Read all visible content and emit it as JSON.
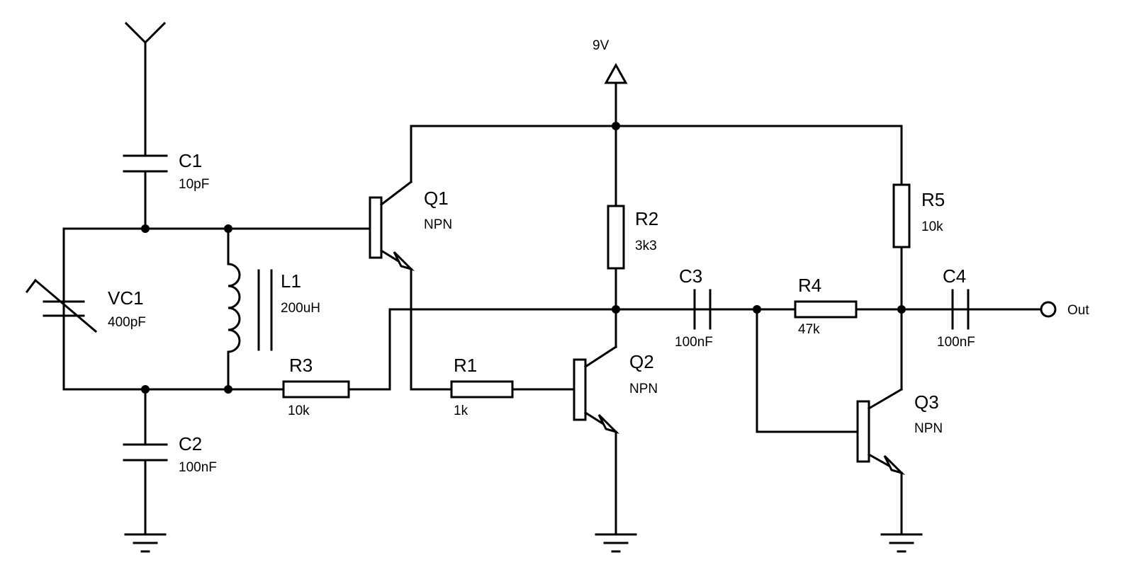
{
  "supply": {
    "label": "9V"
  },
  "output": {
    "label": "Out"
  },
  "components": {
    "c1": {
      "ref": "C1",
      "value": "10pF"
    },
    "c2": {
      "ref": "C2",
      "value": "100nF"
    },
    "c3": {
      "ref": "C3",
      "value": "100nF"
    },
    "c4": {
      "ref": "C4",
      "value": "100nF"
    },
    "vc1": {
      "ref": "VC1",
      "value": "400pF"
    },
    "l1": {
      "ref": "L1",
      "value": "200uH"
    },
    "r1": {
      "ref": "R1",
      "value": "1k"
    },
    "r2": {
      "ref": "R2",
      "value": "3k3"
    },
    "r3": {
      "ref": "R3",
      "value": "10k"
    },
    "r4": {
      "ref": "R4",
      "value": "47k"
    },
    "r5": {
      "ref": "R5",
      "value": "10k"
    },
    "q1": {
      "ref": "Q1",
      "value": "NPN"
    },
    "q2": {
      "ref": "Q2",
      "value": "NPN"
    },
    "q3": {
      "ref": "Q3",
      "value": "NPN"
    }
  }
}
